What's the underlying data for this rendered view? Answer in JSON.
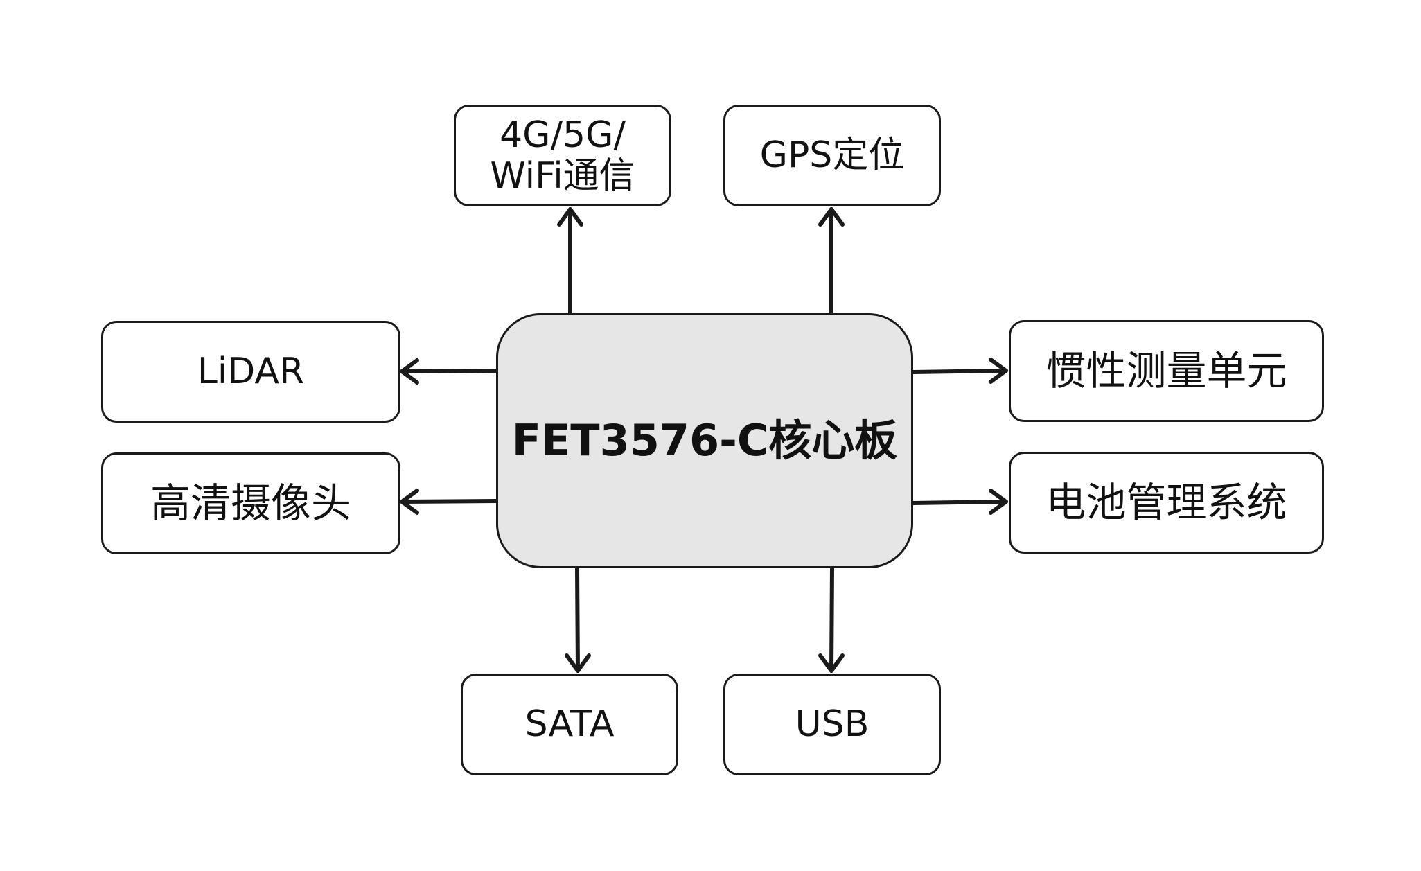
{
  "diagram": {
    "core": {
      "label": "FET3576-C核心板",
      "fill": "#e6e6e6"
    },
    "peripherals": {
      "comm": {
        "line1": "4G/5G/",
        "line2": "WiFi通信"
      },
      "gps": {
        "label": "GPS定位"
      },
      "lidar": {
        "label": "LiDAR"
      },
      "camera": {
        "label": "高清摄像头"
      },
      "imu": {
        "label": "惯性测量单元"
      },
      "bms": {
        "label": "电池管理系统"
      },
      "sata": {
        "label": "SATA"
      },
      "usb": {
        "label": "USB"
      }
    },
    "colors": {
      "stroke": "#1a1a1a",
      "box_fill": "#ffffff"
    }
  }
}
